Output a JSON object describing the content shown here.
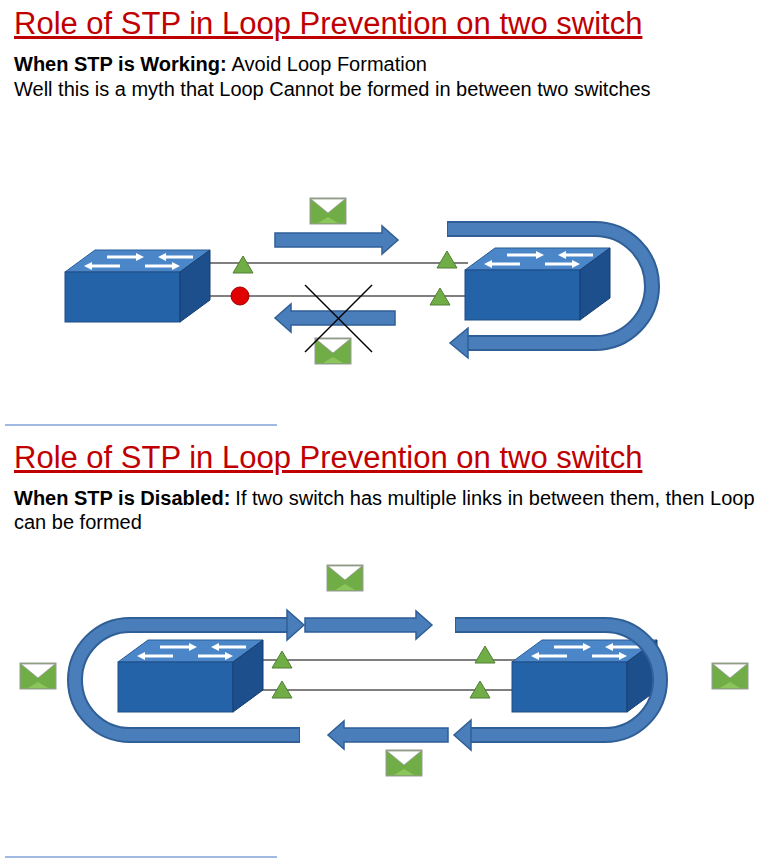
{
  "diagram": {
    "title": "Role of STP in Loop Prevention on two switch",
    "labels": [
      "When STP is Working:",
      "Avoid Loop Formation",
      "Well this is a myth that Loop Cannot be formed in between two switches",
      "Role of STP in Loop Prevention on two switch",
      "When STP is Disabled:",
      "If two switch has multiple links in between them, then Loop can be formed"
    ]
  }
}
